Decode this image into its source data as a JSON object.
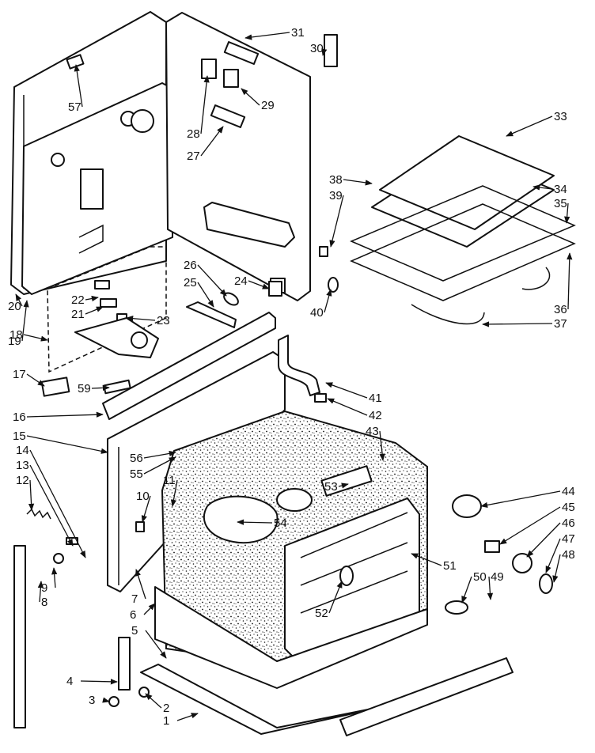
{
  "diagram": {
    "style": "exploded parts view, black line art on white",
    "colors": {
      "line": "#111111",
      "background": "#ffffff"
    },
    "callouts": [
      "1",
      "2",
      "3",
      "4",
      "5",
      "6",
      "7",
      "8",
      "9",
      "10",
      "11",
      "12",
      "13",
      "14",
      "15",
      "16",
      "17",
      "18",
      "19",
      "20",
      "21",
      "22",
      "23",
      "24",
      "25",
      "26",
      "27",
      "28",
      "29",
      "30",
      "31",
      "33",
      "34",
      "35",
      "36",
      "37",
      "38",
      "39",
      "40",
      "41",
      "42",
      "43",
      "44",
      "45",
      "46",
      "47",
      "48",
      "49",
      "50",
      "51",
      "52",
      "53",
      "54",
      "55",
      "56",
      "57",
      "59"
    ]
  }
}
